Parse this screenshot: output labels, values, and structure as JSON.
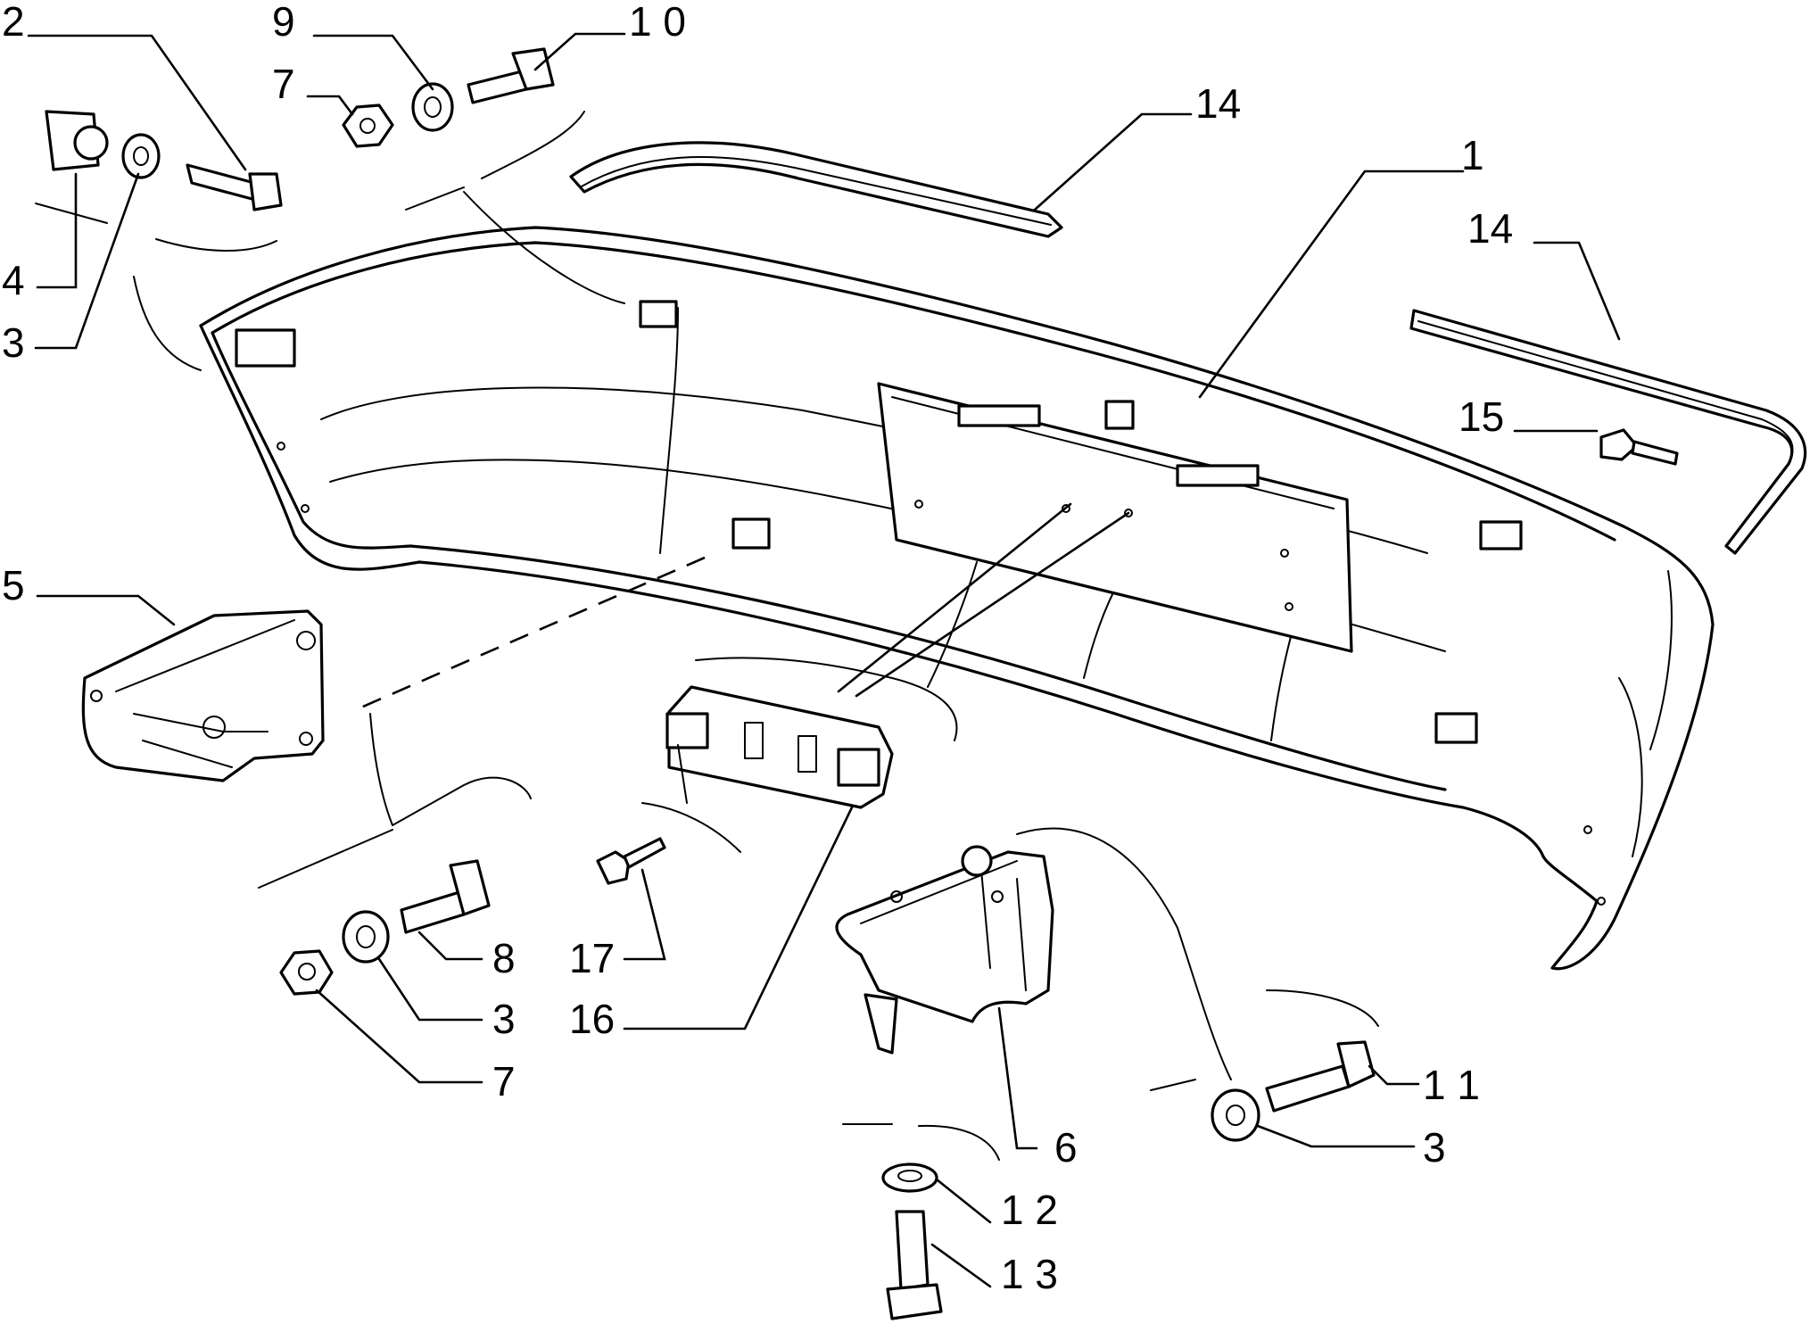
{
  "callouts": [
    {
      "id": "c1",
      "text": "1"
    },
    {
      "id": "c2",
      "text": "2"
    },
    {
      "id": "c3a",
      "text": "3"
    },
    {
      "id": "c3b",
      "text": "3"
    },
    {
      "id": "c3c",
      "text": "3"
    },
    {
      "id": "c4",
      "text": "4"
    },
    {
      "id": "c5",
      "text": "5"
    },
    {
      "id": "c6",
      "text": "6"
    },
    {
      "id": "c7a",
      "text": "7"
    },
    {
      "id": "c7b",
      "text": "7"
    },
    {
      "id": "c8",
      "text": "8"
    },
    {
      "id": "c9",
      "text": "9"
    },
    {
      "id": "c10",
      "text": "1 0"
    },
    {
      "id": "c11",
      "text": "1 1"
    },
    {
      "id": "c12",
      "text": "1 2"
    },
    {
      "id": "c13",
      "text": "1 3"
    },
    {
      "id": "c14a",
      "text": "14"
    },
    {
      "id": "c14b",
      "text": "14"
    },
    {
      "id": "c15",
      "text": "15"
    },
    {
      "id": "c16",
      "text": "16"
    },
    {
      "id": "c17",
      "text": "17"
    }
  ]
}
